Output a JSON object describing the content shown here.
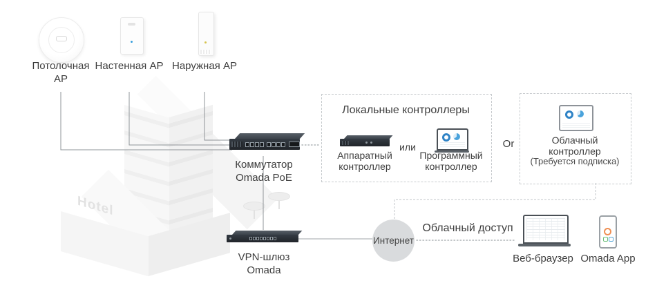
{
  "aps": {
    "ceiling": {
      "label_line1": "Потолочная",
      "label_line2": "АР"
    },
    "wall": {
      "label": "Настенная АР"
    },
    "outdoor": {
      "label": "Наружная АР"
    }
  },
  "building": {
    "sign": "Hotel"
  },
  "switch": {
    "label_line1": "Коммутатор",
    "label_line2": "Omada PoE"
  },
  "vpn": {
    "label_line1": "VPN-шлюз",
    "label_line2": "Omada"
  },
  "local_controllers": {
    "title": "Локальные контроллеры",
    "hardware": {
      "label_line1": "Аппаратный",
      "label_line2": "контроллер"
    },
    "or_label": "или",
    "software": {
      "label_line1": "Программный",
      "label_line2": "контроллер"
    }
  },
  "or_label": "Or",
  "cloud_controller": {
    "label_line1": "Облачный",
    "label_line2": "контроллер",
    "note": "(Требуется подписка)"
  },
  "internet": {
    "label": "Интернет"
  },
  "cloud_access": {
    "label": "Облачный доступ"
  },
  "web_browser": {
    "label": "Веб-браузер"
  },
  "omada_app": {
    "label": "Omada App"
  },
  "colors": {
    "solid_line": "#8f9498",
    "dotted_line": "#aeb3b6",
    "dashed_line": "#c6cacd",
    "device_dark": "#2b3138",
    "internet_circle": "#d9dbdd",
    "accent_blue": "#2f83c6",
    "text": "#3d3d3d"
  }
}
